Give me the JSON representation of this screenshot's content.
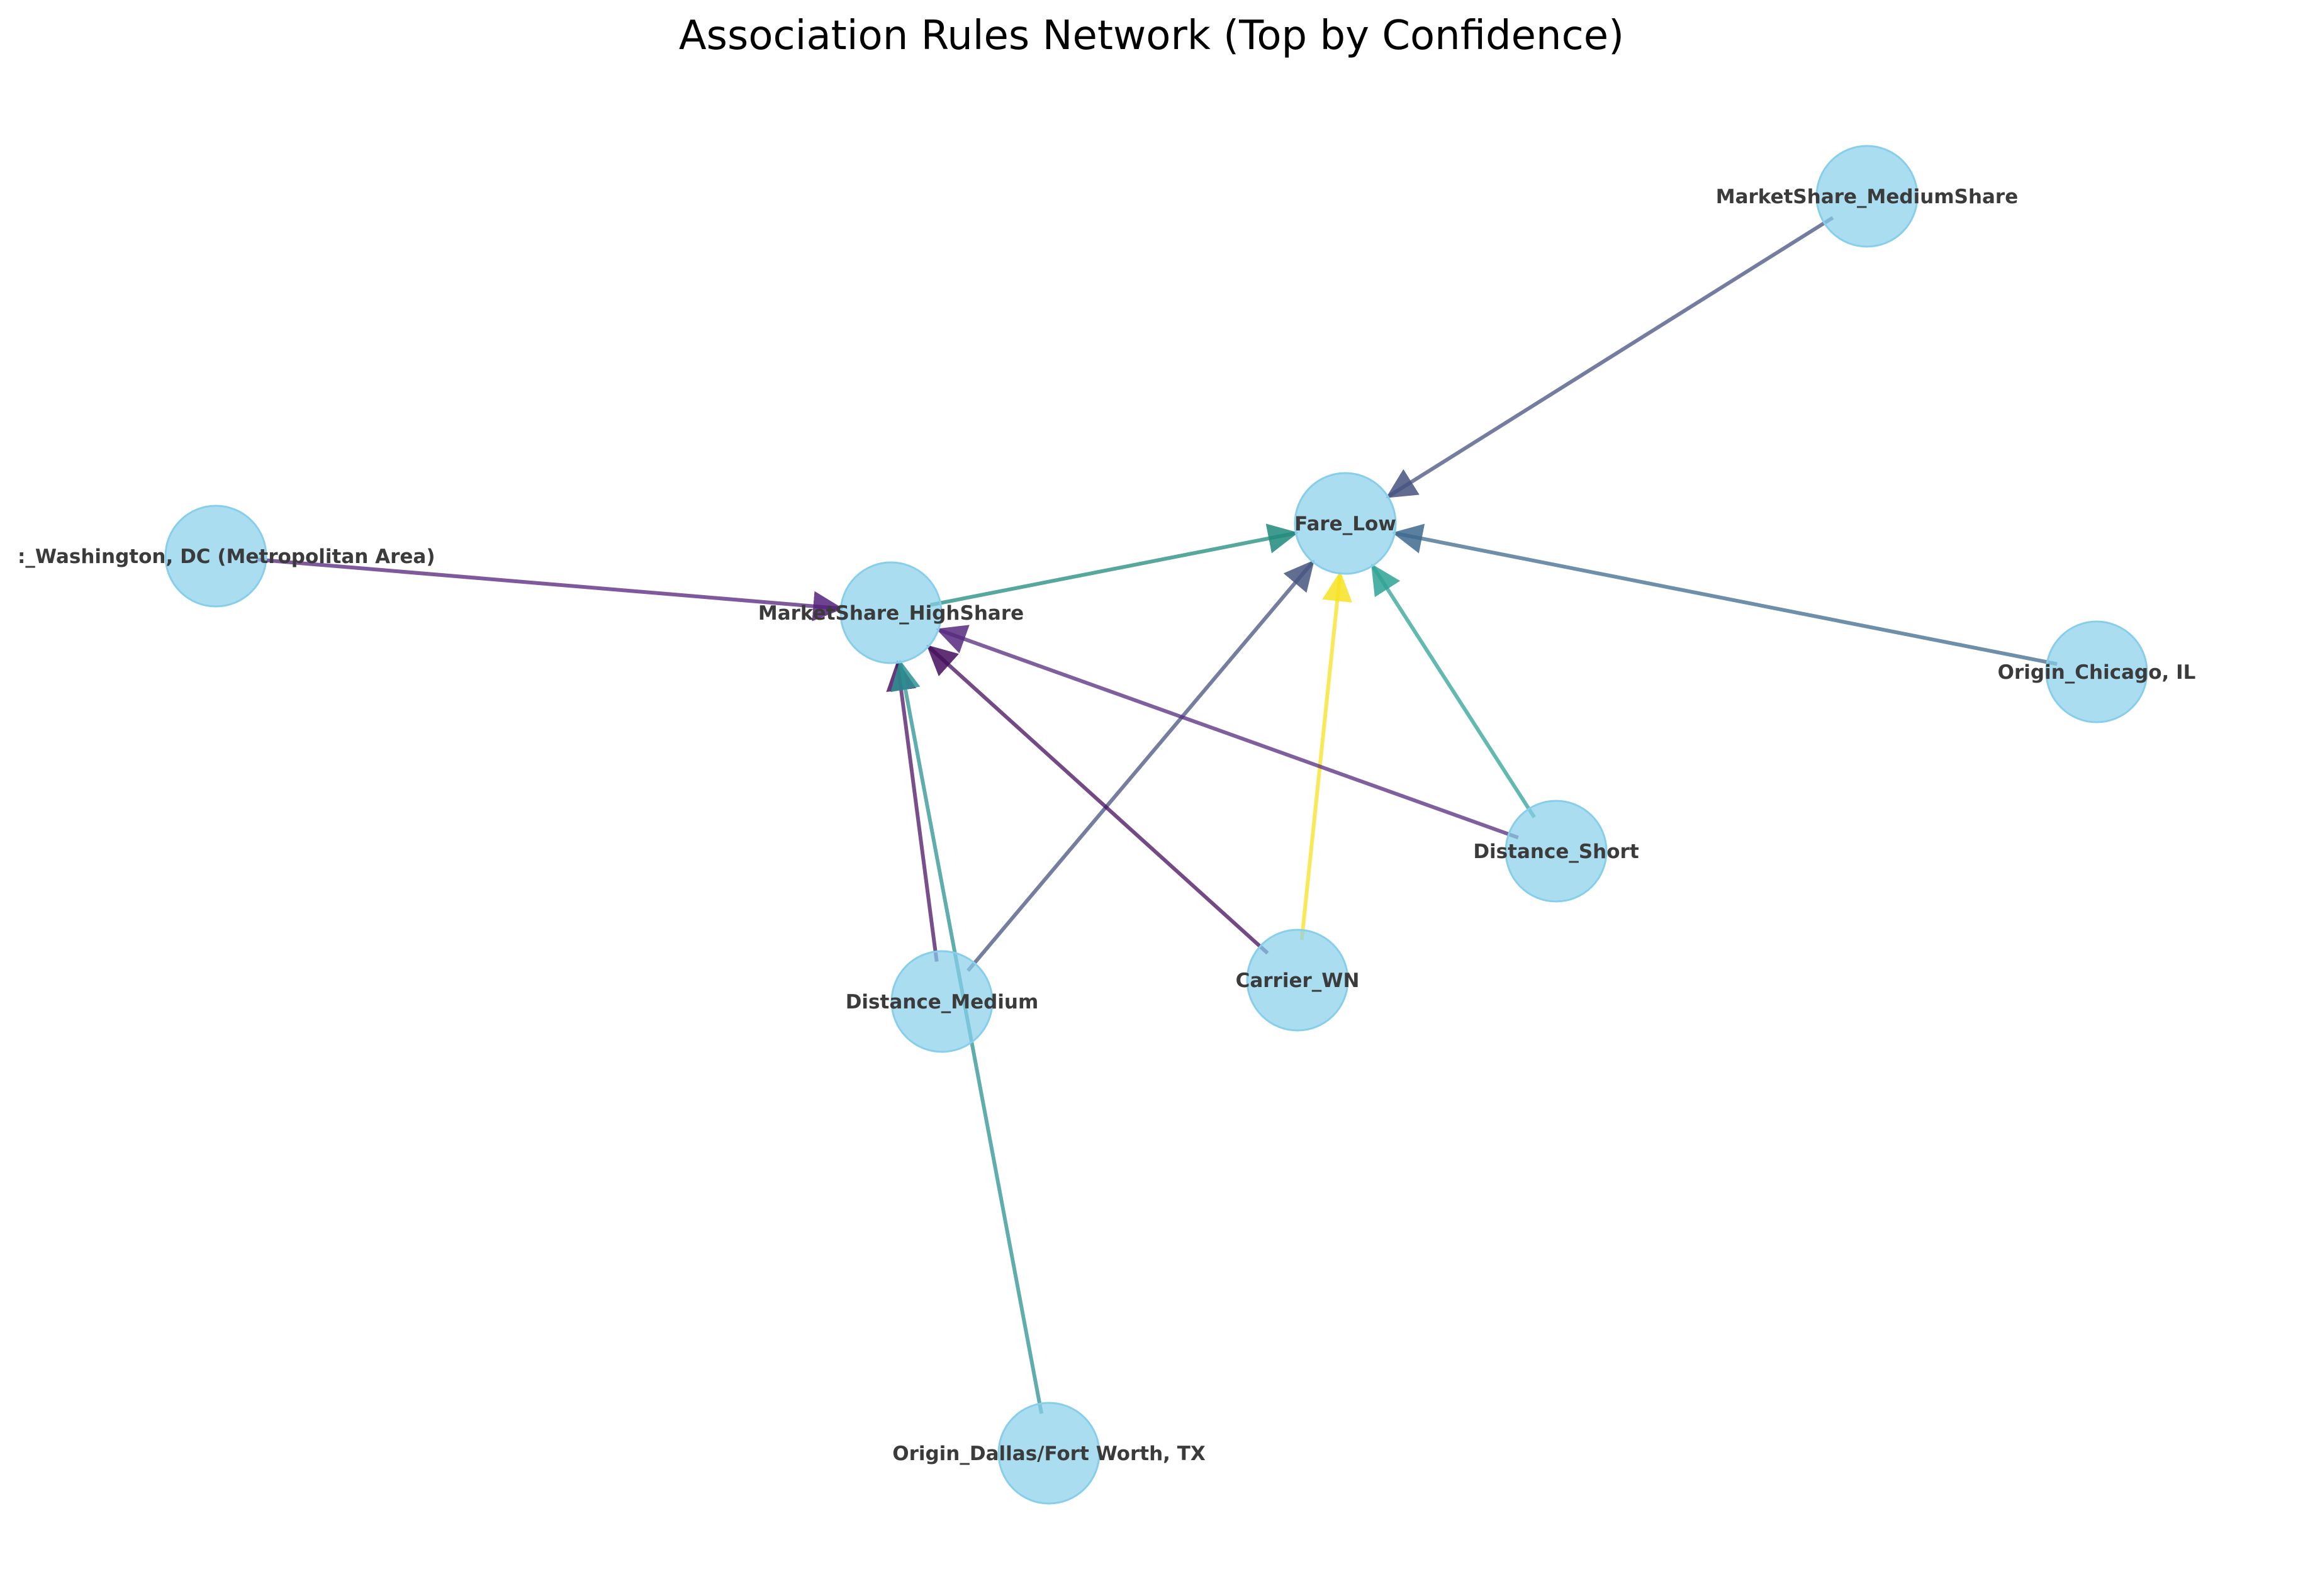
{
  "title": "Association Rules Network (Top by Confidence)",
  "colors": {
    "node_fill": "#87CEEB",
    "node_stroke": "#87CEEB",
    "label": "#3b3b3b"
  },
  "nodes": [
    {
      "id": "fare_low",
      "label": "Fare_Low"
    },
    {
      "id": "ms_high",
      "label": "MarketShare_HighShare"
    },
    {
      "id": "ms_medium",
      "label": "MarketShare_MediumShare"
    },
    {
      "id": "washington",
      "label": ":_Washington, DC (Metropolitan Area)"
    },
    {
      "id": "chicago",
      "label": "Origin_Chicago, IL"
    },
    {
      "id": "dist_short",
      "label": "Distance_Short"
    },
    {
      "id": "carrier_wn",
      "label": "Carrier_WN"
    },
    {
      "id": "dist_medium",
      "label": "Distance_Medium"
    },
    {
      "id": "dallas",
      "label": "Origin_Dallas/Fort Worth, TX"
    }
  ],
  "edges": [
    {
      "from": "ms_medium",
      "to": "fare_low",
      "color": "#46517F"
    },
    {
      "from": "ms_high",
      "to": "fare_low",
      "color": "#1E8A7B"
    },
    {
      "from": "chicago",
      "to": "fare_low",
      "color": "#3E6A8E"
    },
    {
      "from": "dist_short",
      "to": "fare_low",
      "color": "#2EA294"
    },
    {
      "from": "carrier_wn",
      "to": "fare_low",
      "color": "#F7E221"
    },
    {
      "from": "dist_medium",
      "to": "fare_low",
      "color": "#47537F"
    },
    {
      "from": "washington",
      "to": "ms_high",
      "color": "#54217A"
    },
    {
      "from": "dist_short",
      "to": "ms_high",
      "color": "#56297F"
    },
    {
      "from": "carrier_wn",
      "to": "ms_high",
      "color": "#440D5C"
    },
    {
      "from": "dist_medium",
      "to": "ms_high",
      "color": "#4B1463"
    },
    {
      "from": "dallas",
      "to": "ms_high",
      "color": "#2A9292"
    }
  ]
}
